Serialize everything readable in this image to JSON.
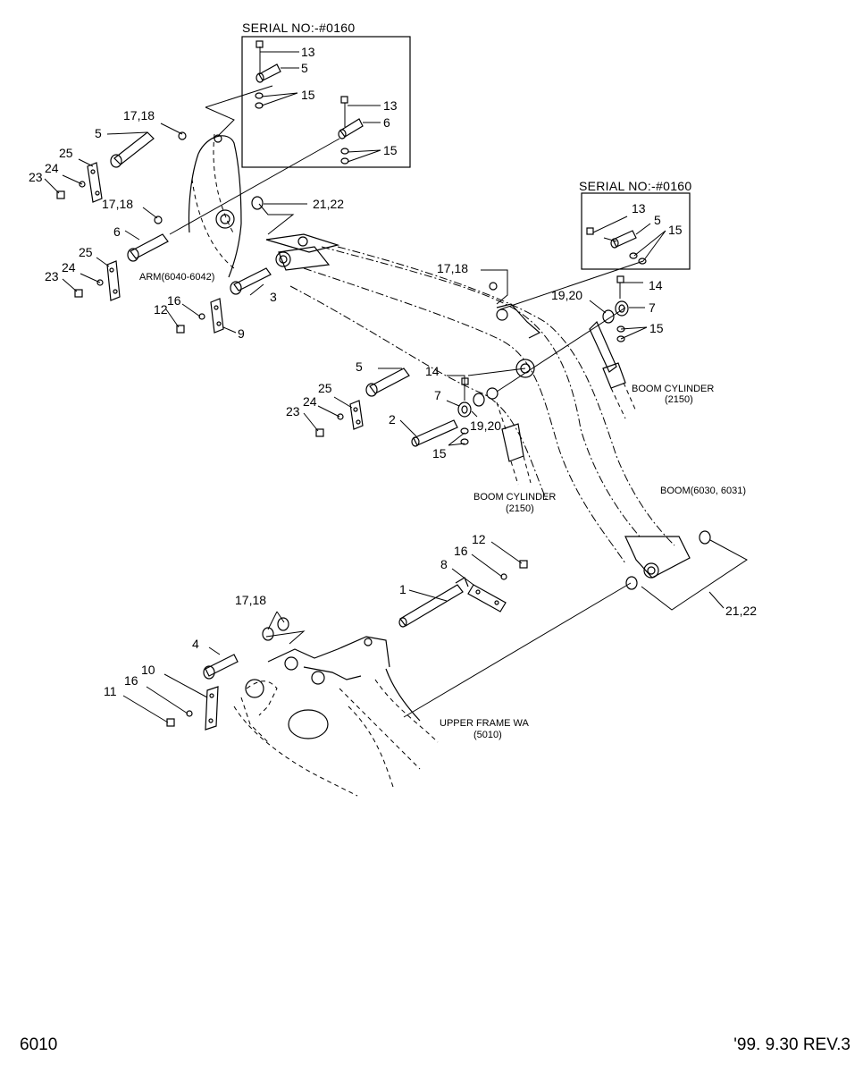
{
  "diagram": {
    "serial_notes": [
      "SERIAL NO:-#0160",
      "SERIAL NO:-#0160"
    ],
    "callouts": {
      "p1": "1",
      "p2": "2",
      "p3": "3",
      "p4": "4",
      "p5a": "5",
      "p5b": "5",
      "p5c": "5",
      "p5d": "5",
      "p6a": "6",
      "p6b": "6",
      "p7a": "7",
      "p7b": "7",
      "p8": "8",
      "p9": "9",
      "p10": "10",
      "p11": "11",
      "p12a": "12",
      "p12b": "12",
      "p13a": "13",
      "p13b": "13",
      "p13c": "13",
      "p14a": "14",
      "p14b": "14",
      "p15a": "15",
      "p15b": "15",
      "p15c": "15",
      "p15d": "15",
      "p15e": "15",
      "p16a": "16",
      "p16b": "16",
      "p16c": "16",
      "p1718a": "17,18",
      "p1718b": "17,18",
      "p1718c": "17,18",
      "p1718d": "17,18",
      "p1920a": "19,20",
      "p1920b": "19,20",
      "p2122a": "21,22",
      "p2122b": "21,22",
      "p23a": "23",
      "p23b": "23",
      "p23c": "23",
      "p24a": "24",
      "p24b": "24",
      "p24c": "24",
      "p25a": "25",
      "p25b": "25",
      "p25c": "25"
    },
    "component_labels": {
      "arm": "ARM(6040-6042)",
      "boom": "BOOM(6030, 6031)",
      "boom_cyl_right": "BOOM CYLINDER",
      "boom_cyl_right_code": "(2150)",
      "boom_cyl_center": "BOOM CYLINDER",
      "boom_cyl_center_code": "(2150)",
      "upper_frame": "UPPER FRAME WA",
      "upper_frame_code": "(5010)"
    }
  },
  "footer": {
    "page_code": "6010",
    "revision": "'99. 9.30 REV.3"
  }
}
